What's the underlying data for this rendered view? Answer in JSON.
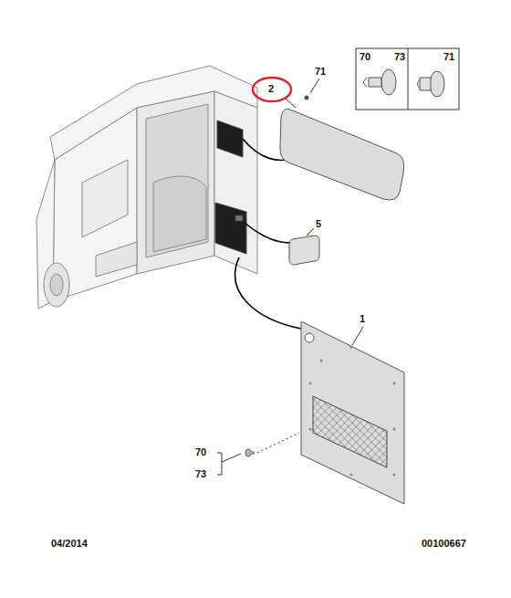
{
  "diagram": {
    "labels": [
      "70",
      "73",
      "71",
      "71",
      "2",
      "5",
      "1",
      "70",
      "73",
      "04/2014",
      "00100667"
    ]
  }
}
